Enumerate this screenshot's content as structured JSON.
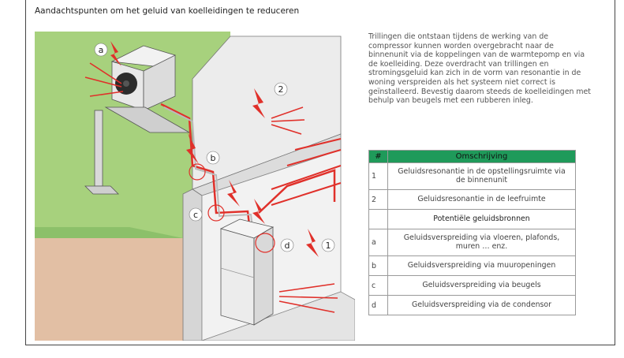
{
  "title": "Aandachtspunten om het geluid van koelleidingen te reduceren",
  "intro": "Trillingen die ontstaan tijdens de werking van de compressor kunnen worden overgebracht naar de binnenunit via de koppelingen van de warmtepomp en via de koelleiding. Deze overdracht van trillingen en stromingsgeluid kan zich in de vorm van resonantie in de woning verspreiden als het systeem niet correct is geïnstalleerd. Bevestig daarom steeds de koelleidingen met behulp van beugels met een rubberen inleg.",
  "table": {
    "header_num": "#",
    "header_desc": "Omschrijving",
    "rows": [
      {
        "num": "1",
        "desc": "Geluidsresonantie in de opstellingsruimte via de binnenunit"
      },
      {
        "num": "2",
        "desc": "Geluidsresonantie in de leefruimte"
      }
    ],
    "subheader": "Potentiële geluidsbronnen",
    "sources": [
      {
        "num": "a",
        "desc": "Geluidsverspreiding via vloeren, plafonds, muren … enz."
      },
      {
        "num": "b",
        "desc": "Geluidsverspreiding via muuropeningen"
      },
      {
        "num": "c",
        "desc": "Geluidsverspreiding via beugels"
      },
      {
        "num": "d",
        "desc": "Geluidsverspreiding via de condensor"
      }
    ]
  },
  "labels": {
    "a": "a",
    "b": "b",
    "c": "c",
    "d": "d",
    "one": "1",
    "two": "2"
  },
  "colors": {
    "green_wall": "#a7d17d",
    "ground": "#e2bfa4",
    "header_green": "#1f9a5a",
    "pipe_red": "#e0302a",
    "wall_grey": "#ececec"
  }
}
